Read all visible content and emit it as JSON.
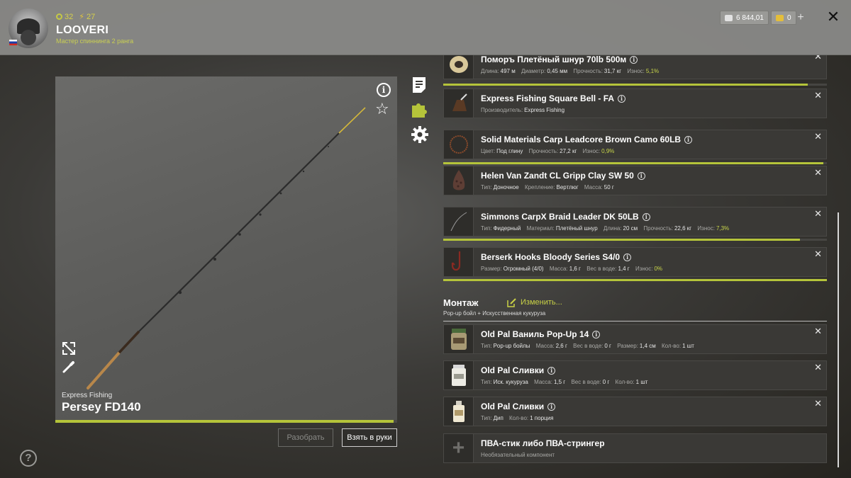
{
  "player": {
    "coins": "32",
    "energy": "27",
    "username": "LOOVERI",
    "rank": "Мастер спиннинга 2 ранга"
  },
  "currency": {
    "silver": "6 844,01",
    "gold": "0"
  },
  "rod": {
    "brand": "Express Fishing",
    "name": "Persey FD140",
    "condition_fraction": 0.99
  },
  "actions": {
    "disassemble": "Разобрать",
    "take": "Взять в руки"
  },
  "equipment": [
    {
      "title": "Поморъ Плетёный шнур 70lb 500м",
      "props": [
        {
          "k": "Длина:",
          "v": "497 м"
        },
        {
          "k": "Диаметр:",
          "v": "0,45 мм"
        },
        {
          "k": "Прочность:",
          "v": "31,7 кг"
        },
        {
          "k": "Износ:",
          "v": "5,1%",
          "green": true
        }
      ],
      "wear_fraction": 0.95,
      "icon": "line-spool-icon"
    },
    {
      "title": "Express Fishing Square Bell - FA",
      "props": [
        {
          "k": "Производитель:",
          "v": "Express Fishing"
        }
      ],
      "wear_fraction": null,
      "icon": "bell-icon"
    },
    {
      "title": "Solid Materials Carp Leadcore Brown Camo 60LB",
      "props": [
        {
          "k": "Цвет:",
          "v": "Под глину"
        },
        {
          "k": "Прочность:",
          "v": "27,2 кг"
        },
        {
          "k": "Износ:",
          "v": "0,9%",
          "green": true
        }
      ],
      "wear_fraction": 0.99,
      "icon": "leadcore-icon"
    },
    {
      "title": "Helen Van Zandt CL Gripp Clay SW 50",
      "props": [
        {
          "k": "Тип:",
          "v": "Доночное"
        },
        {
          "k": "Крепление:",
          "v": "Вертлюг"
        },
        {
          "k": "Масса:",
          "v": "50 г"
        }
      ],
      "wear_fraction": null,
      "icon": "sinker-icon"
    },
    {
      "title": "Simmons CarpX Braid Leader DK 50LB",
      "props": [
        {
          "k": "Тип:",
          "v": "Фидерный"
        },
        {
          "k": "Материал:",
          "v": "Плетёный шнур"
        },
        {
          "k": "Длина:",
          "v": "20 см"
        },
        {
          "k": "Прочность:",
          "v": "22,6 кг"
        },
        {
          "k": "Износ:",
          "v": "7,3%",
          "green": true
        }
      ],
      "wear_fraction": 0.93,
      "icon": "leader-icon"
    },
    {
      "title": "Berserk Hooks Bloody Series S4/0",
      "props": [
        {
          "k": "Размер:",
          "v": "Огромный (4/0)"
        },
        {
          "k": "Масса:",
          "v": "1,6 г"
        },
        {
          "k": "Вес в воде:",
          "v": "1,4 г"
        },
        {
          "k": "Износ:",
          "v": "0%",
          "green": true
        }
      ],
      "wear_fraction": 1.0,
      "icon": "hook-icon"
    }
  ],
  "rig": {
    "title": "Монтаж",
    "edit": "Изменить...",
    "description": "Pop-up бойл  +  Искусственная кукуруза"
  },
  "baits": [
    {
      "title": "Old Pal Ваниль Pop-Up 14",
      "props": [
        {
          "k": "Тип:",
          "v": "Pop-up бойлы"
        },
        {
          "k": "Масса:",
          "v": "2,6 г"
        },
        {
          "k": "Вес в воде:",
          "v": "0 г"
        },
        {
          "k": "Размер:",
          "v": "1,4 см"
        },
        {
          "k": "Кол-во:",
          "v": "1 шт"
        }
      ],
      "icon": "boilie-jar-icon"
    },
    {
      "title": "Old Pal Сливки",
      "props": [
        {
          "k": "Тип:",
          "v": "Иск. кукуруза"
        },
        {
          "k": "Масса:",
          "v": "1,5 г"
        },
        {
          "k": "Вес в воде:",
          "v": "0 г"
        },
        {
          "k": "Кол-во:",
          "v": "1 шт"
        }
      ],
      "icon": "corn-jar-icon"
    },
    {
      "title": "Old Pal Сливки",
      "props": [
        {
          "k": "Тип:",
          "v": "Дип"
        },
        {
          "k": "Кол-во:",
          "v": "1 порция"
        }
      ],
      "icon": "dip-bottle-icon"
    }
  ],
  "pva": {
    "title": "ПВА-стик либо ПВА-стрингер",
    "subtitle": "Необязательный компонент"
  },
  "colors": {
    "accent": "#b5c43a",
    "panel": "#3a3936"
  }
}
